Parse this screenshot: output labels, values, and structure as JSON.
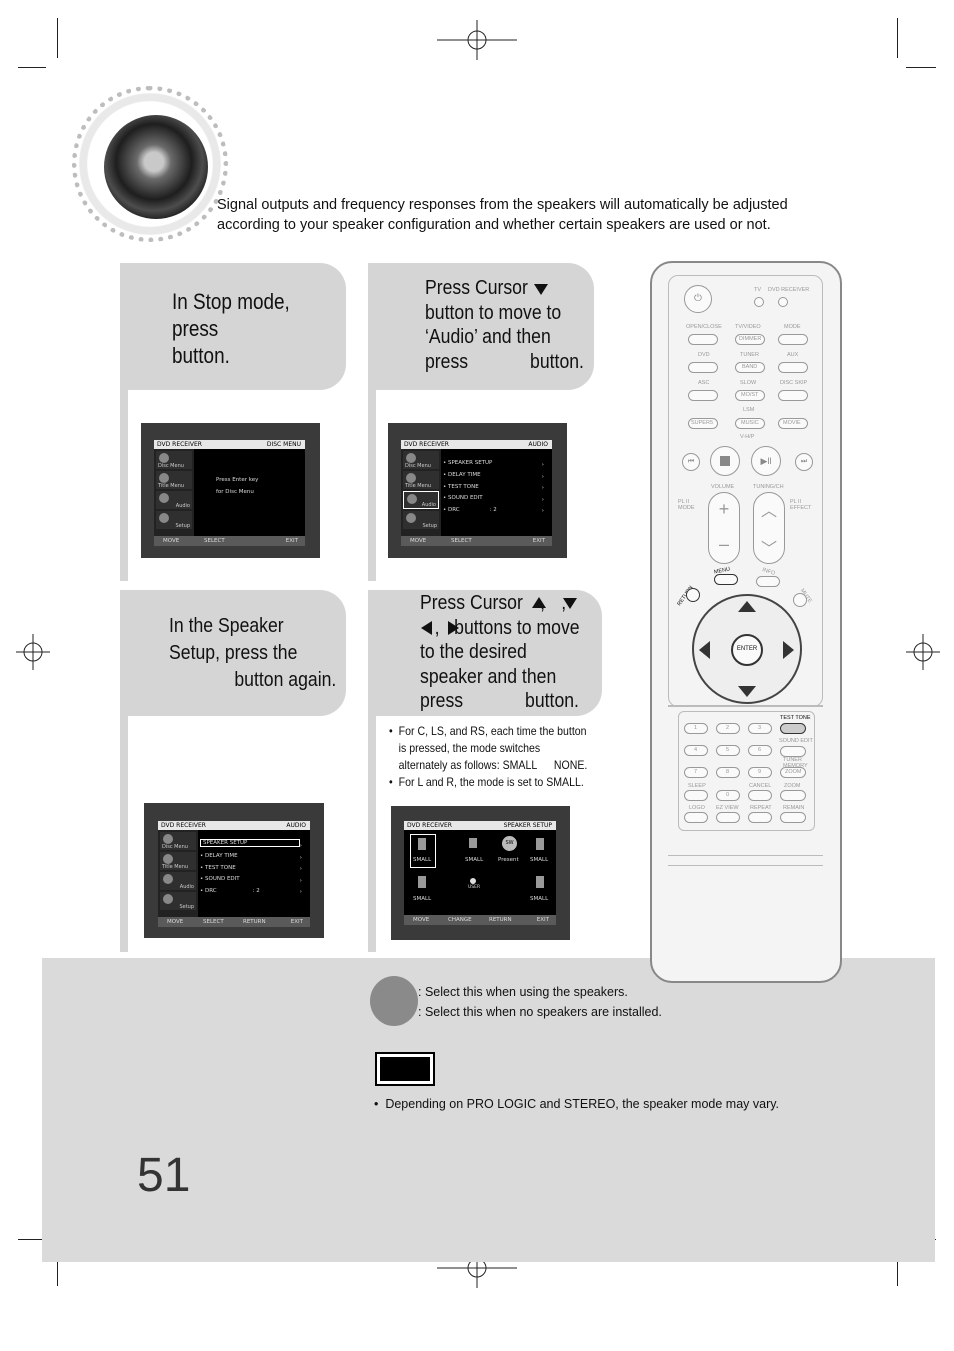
{
  "intro": {
    "line1": "Signal outputs and frequency responses from the speakers will automatically be adjusted",
    "line2": "according to your speaker configuration and whether certain speakers are used or not."
  },
  "steps": {
    "step1": {
      "lines": [
        "In Stop mode,",
        "press",
        "button."
      ]
    },
    "step2": {
      "lines": [
        "Press Cursor",
        "button to move to",
        "‘Audio’ and then",
        "press",
        "button."
      ]
    },
    "step3": {
      "lines": [
        "In the Speaker",
        "Setup, press the",
        "button again."
      ]
    },
    "step4": {
      "lines": [
        "Press Cursor",
        ",",
        ",",
        ",",
        "buttons to move",
        "to the desired",
        "speaker and then",
        "press",
        "button."
      ]
    }
  },
  "bullets": {
    "b1_l1": "For C, LS, and RS, each time the button",
    "b1_l2": "is pressed, the mode switches",
    "b1_l3a": "alternately as follows: SMALL",
    "b1_l3b": "NONE.",
    "b2": "For L and R, the mode is set to SMALL."
  },
  "screens": {
    "s1": {
      "header_left": "DVD RECEIVER",
      "header_right": "DISC MENU",
      "side": [
        "Disc Menu",
        "Title Menu",
        "Audio",
        "Setup"
      ],
      "body_l1": "Press Enter key",
      "body_l2": "for Disc Menu",
      "foot": [
        "MOVE",
        "SELECT",
        "EXIT"
      ]
    },
    "s2": {
      "header_left": "DVD RECEIVER",
      "header_right": "AUDIO",
      "side": [
        "Disc Menu",
        "Title Menu",
        "Audio",
        "Setup"
      ],
      "rows": [
        "SPEAKER SETUP",
        "DELAY TIME",
        "TEST TONE",
        "SOUND EDIT",
        "DRC"
      ],
      "drc_val": ": 2",
      "arrow": "›",
      "foot": [
        "MOVE",
        "SELECT",
        "EXIT"
      ]
    },
    "s3": {
      "header_left": "DVD RECEIVER",
      "header_right": "AUDIO",
      "side": [
        "Disc Menu",
        "Title Menu",
        "Audio",
        "Setup"
      ],
      "rows": [
        "SPEAKER SETUP",
        "DELAY TIME",
        "TEST TONE",
        "SOUND EDIT",
        "DRC"
      ],
      "drc_val": ": 2",
      "arrow": "›",
      "foot": [
        "MOVE",
        "SELECT",
        "RETURN",
        "EXIT"
      ]
    },
    "s4": {
      "header_left": "DVD RECEIVER",
      "header_right": "SPEAKER SETUP",
      "labels": [
        "SMALL",
        "SMALL",
        "Present",
        "SMALL",
        "SMALL",
        "SMALL"
      ],
      "sw": "SW",
      "user": "USER",
      "foot": [
        "MOVE",
        "CHANGE",
        "RETURN",
        "EXIT"
      ]
    }
  },
  "remote": {
    "tv": "TV",
    "dvd_receiver": "DVD RECEIVER",
    "open_close": "OPEN/CLOSE",
    "tv_video": "TV/VIDEO",
    "mode": "MODE",
    "dimmer": "DIMMER",
    "dvd": "DVD",
    "tuner": "TUNER",
    "aux": "AUX",
    "band": "BAND",
    "asc": "ASC",
    "slow": "SLOW",
    "disc_skip": "DISC SKIP",
    "mo_st": "MO/ST",
    "lsm": "LSM",
    "supers": "SUPER5",
    "music": "MUSIC",
    "movie": "MOVIE",
    "vhp": "V-H/P",
    "pl2_mode": "PL II MODE",
    "volume": "VOLUME",
    "tuning_ch": "TUNING/CH",
    "pl2_effect": "PL II EFFECT",
    "menu": "MENU",
    "info": "INFO",
    "return": "RETURN",
    "mute": "MUTE",
    "enter": "ENTER",
    "test_tone": "TEST TONE",
    "sound_edit": "SOUND EDIT",
    "tuner_memory": "TUNER MEMORY",
    "zoom_slow": "ZOOM",
    "sleep": "SLEEP",
    "cancel": "CANCEL",
    "zoom": "ZOOM",
    "logo": "LOGO",
    "ez_view": "EZ VIEW",
    "repeat": "REPEAT",
    "remain": "REMAIN",
    "digits": [
      "1",
      "2",
      "3",
      "4",
      "5",
      "6",
      "7",
      "8",
      "9",
      "0"
    ]
  },
  "notes": {
    "n1": ": Select this when using the speakers.",
    "n2": ": Select this when no speakers are installed.",
    "n3": "Depending on PRO LOGIC and STEREO, the speaker mode may vary."
  },
  "page_number": "51"
}
